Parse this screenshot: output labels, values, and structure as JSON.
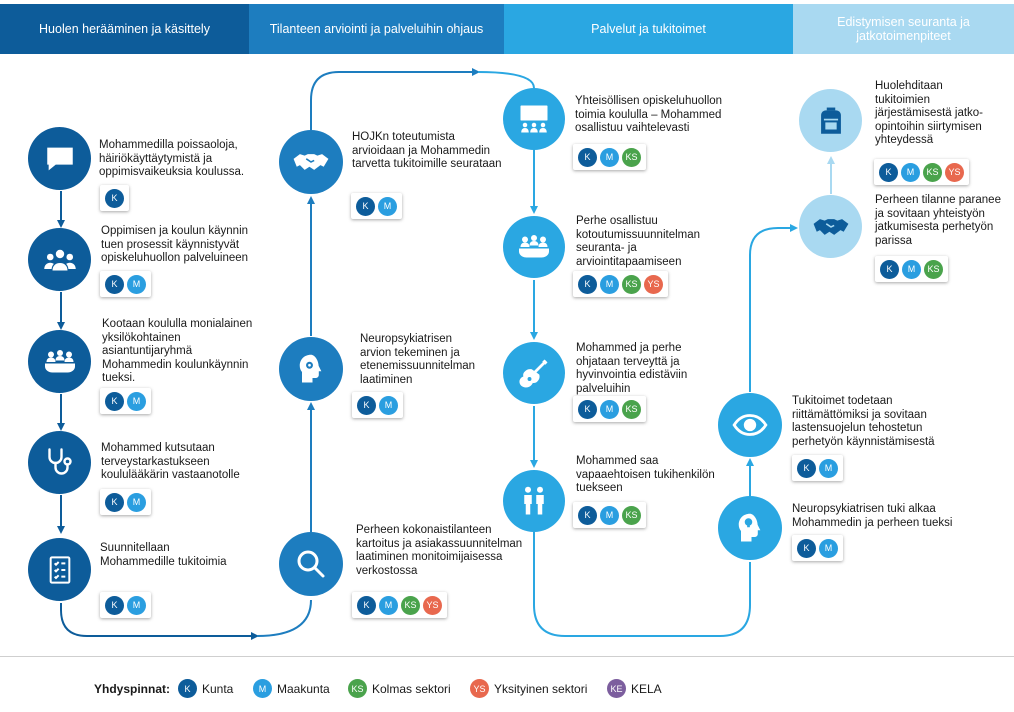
{
  "phases": [
    {
      "title": "Huolen herääminen ja käsittely",
      "bg": "#0d5c9a",
      "fg": "#ffffff"
    },
    {
      "title": "Tilanteen arviointi ja palveluihin ohjaus",
      "bg": "#1d7dbf",
      "fg": "#ffffff"
    },
    {
      "title": "Palvelut ja tukitoimet",
      "bg": "#2aa7e2",
      "fg": "#ffffff"
    },
    {
      "title": "Edistymisen seuranta ja jatkotoimenpiteet",
      "bg": "#a9d9f1",
      "fg": "#ffffff"
    }
  ],
  "colors": {
    "dark": "#0d5c9a",
    "mid": "#1d7dbf",
    "light": "#2aa7e2",
    "pale": "#a9d9f1"
  },
  "steps": [
    {
      "icon": "chat-bubble-icon",
      "text": "Mohammedilla poissaoloja, häiriökäyttäytymistä ja oppimisvaikeuksia koulussa.",
      "badges": [
        "K"
      ]
    },
    {
      "icon": "people-group-icon",
      "text": "Oppimisen ja koulun käynnin tuen prosessit käynnistyvät opiskeluhuollon palveluineen",
      "badges": [
        "K",
        "M"
      ]
    },
    {
      "icon": "team-meeting-icon",
      "text": "Kootaan koululla monialainen yksilökohtainen asiantuntijaryhmä Mohammedin koulunkäynnin tueksi.",
      "badges": [
        "K",
        "M"
      ]
    },
    {
      "icon": "stethoscope-icon",
      "text": "Mohammed kutsutaan terveystarkastukseen koululääkärin vastaanotolle",
      "badges": [
        "K",
        "M"
      ]
    },
    {
      "icon": "checklist-icon",
      "text": "Suunnitellaan Mohammedille tukitoimia",
      "badges": [
        "K",
        "M"
      ]
    },
    {
      "icon": "magnifier-icon",
      "text": "Perheen kokonaistilanteen kartoitus ja asiakassuunnitelman laatiminen monitoimijaisessa verkostossa",
      "badges": [
        "K",
        "M",
        "KS",
        "YS"
      ]
    },
    {
      "icon": "head-gears-icon",
      "text": "Neuropsykiatrisen arvion tekeminen ja etenemissuunnitelman laatiminen",
      "badges": [
        "K",
        "M"
      ]
    },
    {
      "icon": "handshake-icon",
      "text": "HOJKn toteutumista arvioidaan ja Mohammedin tarvetta tukitoimille seurataan",
      "badges": [
        "K",
        "M"
      ]
    },
    {
      "icon": "presentation-icon",
      "text": "Yhteisöllisen opiskeluhuollon toimia koululla – Mohammed osallistuu vaihtelevasti",
      "badges": [
        "K",
        "M",
        "KS"
      ]
    },
    {
      "icon": "family-meeting-icon",
      "text": "Perhe osallistuu kotoutumissuunnitelman seuranta- ja arviointitapaamiseen",
      "badges": [
        "K",
        "M",
        "KS",
        "YS"
      ]
    },
    {
      "icon": "guitar-icon",
      "text": "Mohammed ja perhe ohjataan terveyttä ja hyvinvointia edistäviin palveluihin",
      "badges": [
        "K",
        "M",
        "KS"
      ]
    },
    {
      "icon": "two-persons-icon",
      "text": "Mohammed saa vapaaehtoisen tukihenkilön tuekseen",
      "badges": [
        "K",
        "M",
        "KS"
      ]
    },
    {
      "icon": "brain-head-icon",
      "text": "Neuropsykiatrisen tuki alkaa Mohammedin ja perheen tueksi",
      "badges": [
        "K",
        "M"
      ]
    },
    {
      "icon": "eye-icon",
      "text": "Tukitoimet todetaan riittämättömiksi ja sovitaan lastensuojelun tehostetun perhetyön käynnistämisestä",
      "badges": [
        "K",
        "M"
      ]
    },
    {
      "icon": "handshake-icon",
      "text": "Perheen tilanne paranee ja sovitaan yhteistyön jatkumisesta perhetyön parissa",
      "badges": [
        "K",
        "M",
        "KS"
      ]
    },
    {
      "icon": "backpack-icon",
      "text": "Huolehditaan tukitoimien järjestämisestä jatko-opintoihin siirtymisen yhteydessä",
      "badges": [
        "K",
        "M",
        "KS",
        "YS"
      ]
    }
  ],
  "legend": {
    "title": "Yhdyspinnat:",
    "items": [
      {
        "code": "K",
        "label": "Kunta"
      },
      {
        "code": "M",
        "label": "Maakunta"
      },
      {
        "code": "KS",
        "label": "Kolmas sektori"
      },
      {
        "code": "YS",
        "label": "Yksityinen sektori"
      },
      {
        "code": "KE",
        "label": "KELA"
      }
    ]
  }
}
